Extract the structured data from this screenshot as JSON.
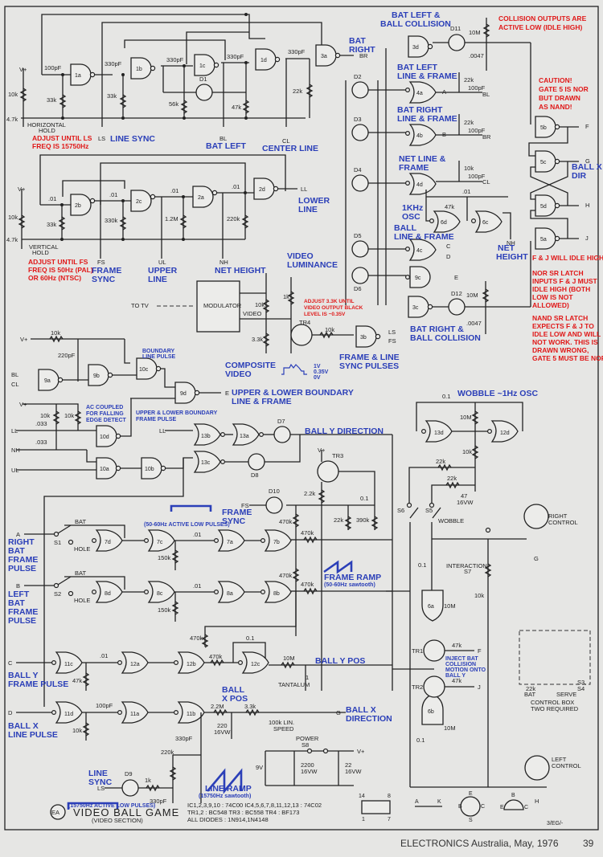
{
  "figure": {
    "title": "VIDEO BALL GAME",
    "subtitle": "(VIDEO SECTION)",
    "logo": "EA",
    "footer": {
      "publication": "ELECTRONICS Australia, May, 1976",
      "page": "39"
    },
    "code": "3/EG/-"
  },
  "notes": {
    "ic_list": [
      "IC1,2,3,9,10 : 74C00  IC4,5,6,7,8,11,12,13 : 74C02",
      "TR1,2 : BC548  TR3 : BC558  TR4 : BF173",
      "ALL DIODES : 1N914,1N4148"
    ],
    "ic_pinout": {
      "top_left": "14",
      "top_right": "8",
      "bottom_left": "1",
      "bottom_right": "7"
    },
    "diode_legend": {
      "anode": "A",
      "cathode": "K"
    },
    "tr4_pins": {
      "e": "E",
      "b": "B",
      "c": "C",
      "s": "S"
    },
    "tr_pins": {
      "b": "B",
      "e": "E",
      "c": "C"
    }
  },
  "red_annotations": {
    "horizontal_hold": [
      "ADJUST UNTIL LS",
      "FREQ IS 15750Hz"
    ],
    "vertical_hold": [
      "ADJUST UNTIL FS",
      "FREQ IS 50Hz (PAL)",
      "OR 60Hz (NTSC)"
    ],
    "collision": [
      "COLLISION OUTPUTS ARE",
      "ACTIVE LOW (IDLE HIGH)"
    ],
    "caution": [
      "CAUTION!",
      "GATE 5 IS NOR",
      "BUT DRAWN",
      "AS NAND!"
    ],
    "idle": [
      "F & J WILL IDLE HIGH"
    ],
    "nor_latch": [
      "NOR SR LATCH",
      "INPUTS F & J MUST",
      "IDLE HIGH (BOTH",
      "LOW IS NOT",
      "ALLOWED)"
    ],
    "nand_latch": [
      "NAND SR LATCH",
      "EXPECTS F & J TO",
      "IDLE LOW AND WILL",
      "NOT WORK. THIS IS",
      "DRAWN WRONG,",
      "GATE 5 MUST BE NOR"
    ],
    "black_level": [
      "ADJUST 3.3K UNTIL",
      "VIDEO OUTPUT BLACK",
      "LEVEL IS ~0.35V"
    ]
  },
  "blue_annotations": {
    "line_sync": "LINE SYNC",
    "bat_left": "BAT LEFT",
    "center_line": "CENTER LINE",
    "bat_right": [
      "BAT",
      "RIGHT"
    ],
    "bat_left_ball_collision": [
      "BAT LEFT &",
      "BALL COLLISION"
    ],
    "bat_left_line_frame": [
      "BAT LEFT",
      "LINE & FRAME"
    ],
    "bat_right_line_frame": [
      "BAT RIGHT",
      "LINE & FRAME"
    ],
    "net_line_frame": [
      "NET LINE &",
      "FRAME"
    ],
    "osc_1k": [
      "1KHz",
      "OSC"
    ],
    "ball_line_frame": [
      "BALL",
      "LINE & FRAME"
    ],
    "net_height_r": [
      "NET",
      "HEIGHT"
    ],
    "ball_x_dir": [
      "BALL X",
      "DIR"
    ],
    "bat_right_ball_collision": [
      "BAT RIGHT &",
      "BALL COLLISION"
    ],
    "lower_line": [
      "LOWER",
      "LINE"
    ],
    "frame_sync": [
      "FRAME",
      "SYNC"
    ],
    "upper_line": [
      "UPPER",
      "LINE"
    ],
    "net_height": "NET HEIGHT",
    "video_luminance": [
      "VIDEO",
      "LUMINANCE"
    ],
    "composite_video": [
      "COMPOSITE",
      "VIDEO"
    ],
    "frame_line_sync": [
      "FRAME & LINE",
      "SYNC PULSES"
    ],
    "boundary_line_pulse": [
      "BOUNDARY",
      "LINE PULSE"
    ],
    "upper_lower_boundary": [
      "UPPER & LOWER BOUNDARY",
      "LINE & FRAME"
    ],
    "ac_coupled": [
      "AC COUPLED",
      "FOR FALLING",
      "EDGE DETECT"
    ],
    "boundary_frame_pulse": [
      "UPPER & LOWER BOUNDARY",
      "FRAME PULSE"
    ],
    "ball_y_direction": "BALL Y DIRECTION",
    "frame_sync_pulses": [
      "FRAME",
      "SYNC",
      "(50-60Hz ACTIVE LOW PULSES)"
    ],
    "wobble_osc": "WOBBLE ~1Hz OSC",
    "right_bat_frame_pulse": [
      "RIGHT",
      "BAT",
      "FRAME",
      "PULSE"
    ],
    "left_bat_frame_pulse": [
      "LEFT",
      "BAT",
      "FRAME",
      "PULSE"
    ],
    "frame_ramp": [
      "FRAME RAMP",
      "(50-60Hz sawtooth)"
    ],
    "ball_y_frame_pulse": [
      "BALL Y",
      "FRAME PULSE"
    ],
    "ball_y_pos": "BALL Y POS",
    "inject": [
      "INJECT BAT",
      "COLLISION",
      "MOTION ONTO",
      "BALL Y"
    ],
    "ball_x_pos": [
      "BALL",
      "X POS"
    ],
    "ball_x_direction": [
      "BALL X",
      "DIRECTION"
    ],
    "ball_x_line_pulse": [
      "BALL X",
      "LINE PULSE"
    ],
    "line_sync_b": [
      "LINE",
      "SYNC",
      "(15750Hz ACTIVE LOW PULSES)"
    ],
    "line_ramp": [
      "LINE RAMP",
      "(15750Hz sawtooth)"
    ],
    "video_levels": [
      "1V",
      "0.35V",
      "0V"
    ]
  },
  "gates": {
    "g1a": "1a",
    "g1b": "1b",
    "g1c": "1c",
    "g1d": "1d",
    "g2b": "2b",
    "g2c": "2c",
    "g2a": "2a",
    "g2d": "2d",
    "g3a": "3a",
    "g3d": "3d",
    "g3c": "3c",
    "g3b": "3b",
    "g4a": "4a",
    "g4b": "4b",
    "g4d": "4d",
    "g4c": "4c",
    "g5b": "5b",
    "g5c": "5c",
    "g5d": "5d",
    "g5a": "5a",
    "g6d": "6d",
    "g6c": "6c",
    "g6a": "6a",
    "g6b": "6b",
    "g9a": "9a",
    "g9b": "9b",
    "g9c": "9c",
    "g9d": "9d",
    "g10c": "10c",
    "g10d": "10d",
    "g10a": "10a",
    "g10b": "10b",
    "g13b": "13b",
    "g13a": "13a",
    "g13c": "13c",
    "g13d": "13d",
    "g12d": "12d",
    "g7d": "7d",
    "g7c": "7c",
    "g7a": "7a",
    "g7b": "7b",
    "g8d": "8d",
    "g8c": "8c",
    "g8a": "8a",
    "g8b": "8b",
    "g11c": "11c",
    "g12a": "12a",
    "g12b": "12b",
    "g12c": "12c",
    "g11d": "11d",
    "g11a": "11a",
    "g11b": "11b"
  },
  "components": {
    "vplus": "V+",
    "r10k": "10k",
    "r4k7": "4.7k",
    "r33k": "33k",
    "r56k": "56k",
    "r47k": "47k",
    "r22k": "22k",
    "c100p": "100pF",
    "c330p": "330pF",
    "c01": ".01",
    "c0047": ".0047",
    "r10M": "10M",
    "r330k": "330k",
    "r1M2": "1.2M",
    "r220k": "220k",
    "r1k": "1k",
    "r3k3": "3.3k",
    "c220p": "220pF",
    "c033": ".033",
    "r2k2": "2.2k",
    "c0_1": "0.1",
    "r390k": "390k",
    "r470k": "470k",
    "r150k": "150k",
    "r470": "470Ω",
    "c47": "47",
    "v16": "16VW",
    "r2M2": "2.2M",
    "c220": "220",
    "pot100k": "100k LIN.",
    "speed": "SPEED",
    "c1": "1",
    "tantalum": "TANTALUM",
    "c2200": "2200",
    "c22": "22",
    "batt": "9V",
    "power": "POWER",
    "s8": "S8",
    "d1": "D1",
    "d2": "D2",
    "d3": "D3",
    "d4": "D4",
    "d5": "D5",
    "d6": "D6",
    "d7": "D7",
    "d8": "D8",
    "d9": "D9",
    "d10": "D10",
    "d11": "D11",
    "d12": "D12",
    "tr1": "TR1",
    "tr2": "TR2",
    "tr3": "TR3",
    "tr4": "TR4",
    "modulator": "MODULATOR",
    "to_tv": "TO TV",
    "video": "VIDEO",
    "hold_h": [
      "HORIZONTAL",
      "HOLD"
    ],
    "hold_v": [
      "VERTICAL",
      "HOLD"
    ],
    "s1": "S1",
    "s2": "S2",
    "s5": "S5",
    "s6": "S6",
    "s7": [
      "INTERACTION",
      "S7"
    ],
    "wobble": "WOBBLE",
    "bat": "BAT",
    "hole": "HOLE",
    "right_control": [
      "RIGHT",
      "CONTROL"
    ],
    "left_control": [
      "LEFT",
      "CONTROL"
    ],
    "control_box": [
      "CONTROL BOX",
      "TWO REQUIRED"
    ],
    "r22k_bat": [
      "22k",
      "BAT"
    ],
    "serve": "SERVE",
    "s34": [
      "S3,",
      "S4"
    ],
    "anode": "A",
    "cathode": "K"
  },
  "signals": {
    "LS": "LS",
    "BL": "BL",
    "CL": "CL",
    "BR": "BR",
    "FS": "FS",
    "UL": "UL",
    "NH": "NH",
    "LL": "LL",
    "A": "A",
    "B": "B",
    "C": "C",
    "D": "D",
    "E": "E",
    "F": "F",
    "G": "G",
    "H": "H",
    "J": "J"
  }
}
